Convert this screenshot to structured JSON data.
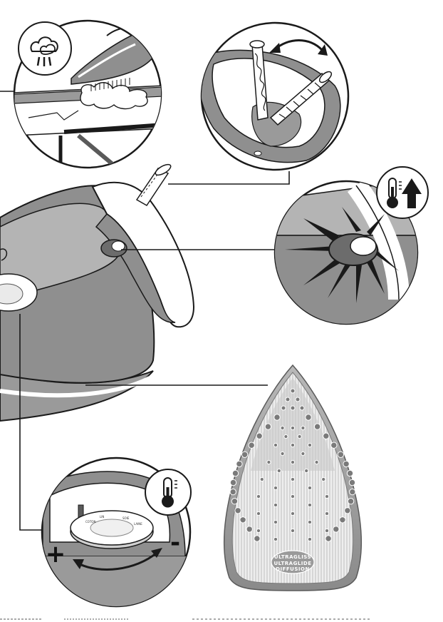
{
  "soleplate": {
    "brand_line1": "ULTRAGLISS",
    "brand_line2": "ULTRAGLIDE",
    "brand_line3": "DIFFUSION"
  },
  "dial": {
    "label_a": "COTON",
    "label_b": "LIN",
    "label_c": "SOIE",
    "label_d": "LAINE"
  },
  "temp_control": {
    "increase_symbol": "+",
    "decrease_symbol": "-"
  },
  "icons": {
    "steam": "steam-icon",
    "thermometer_up": "thermometer-up-icon",
    "thermometer": "thermometer-icon"
  },
  "colors": {
    "line": "#1a1a1a",
    "body_gray": "#8c8c8c",
    "light_gray": "#c8c8c8",
    "white": "#ffffff"
  }
}
